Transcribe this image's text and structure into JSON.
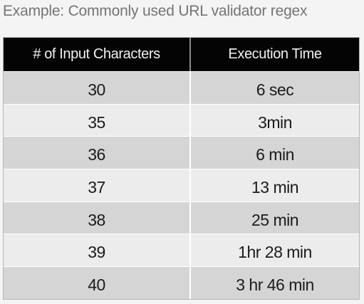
{
  "title": "Example: Commonly used URL validator regex",
  "table": {
    "headers": [
      "# of Input Characters",
      "Execution Time"
    ],
    "rows": [
      {
        "chars": "30",
        "time": "6 sec"
      },
      {
        "chars": "35",
        "time": "3min"
      },
      {
        "chars": "36",
        "time": "6 min"
      },
      {
        "chars": "37",
        "time": "13 min"
      },
      {
        "chars": "38",
        "time": "25 min"
      },
      {
        "chars": "39",
        "time": "1hr 28 min"
      },
      {
        "chars": "40",
        "time": "3 hr 46 min"
      }
    ]
  },
  "colors": {
    "header_bg": "#040404",
    "row_dark": "#d5d5d5",
    "row_light": "#ececec"
  }
}
